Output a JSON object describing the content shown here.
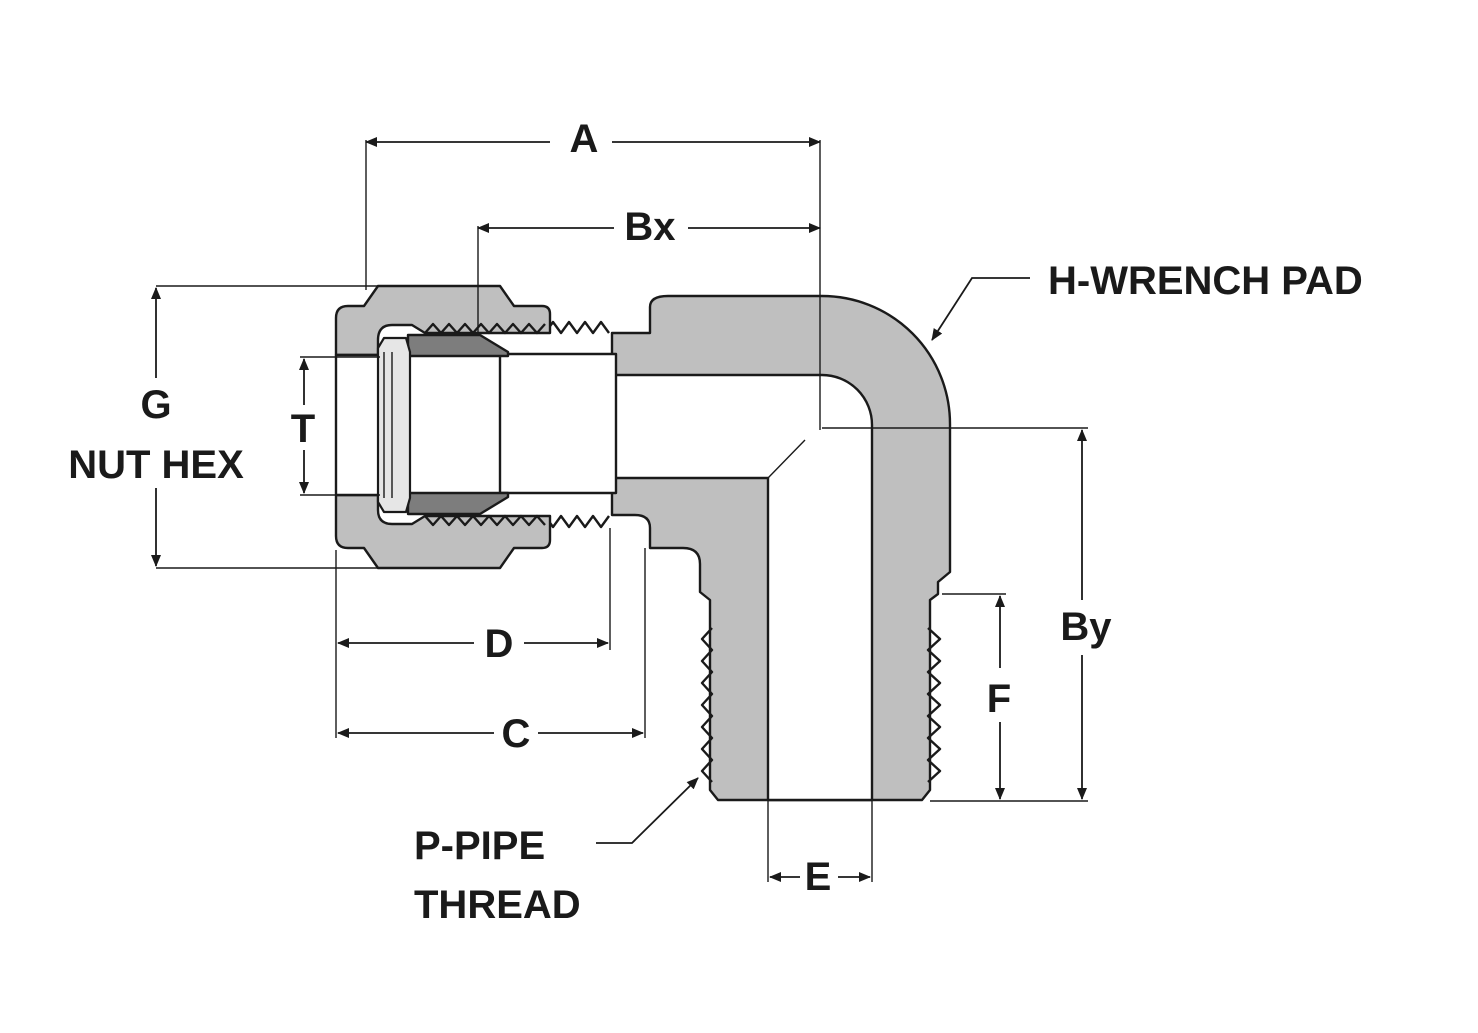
{
  "labels": {
    "a": "A",
    "bx": "Bx",
    "by": "By",
    "c": "C",
    "d": "D",
    "e": "E",
    "f": "F",
    "t": "T",
    "g": "G",
    "nut_hex": "NUT HEX",
    "h_wrench_pad": "H-WRENCH PAD",
    "p_pipe": "P-PIPE",
    "thread": "THREAD"
  },
  "colors": {
    "body": "#bfbfbf",
    "insert": "#7d7d7d",
    "line": "#1a1a1a",
    "background": "#ffffff"
  }
}
